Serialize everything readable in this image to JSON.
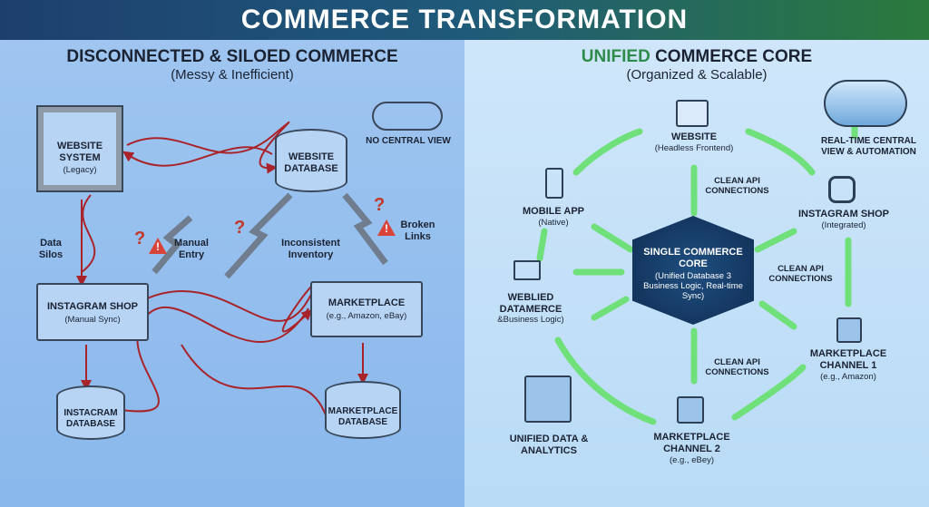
{
  "title": "COMMERCE TRANSFORMATION",
  "left": {
    "heading": "DISCONNECTED & SILOED COMMERCE",
    "subheading": "(Messy & Inefficient)",
    "website_system": {
      "title": "WEBSITE SYSTEM",
      "sub": "(Legacy)"
    },
    "website_db": "WEBSITE DATABASE",
    "no_central": "NO CENTRAL VIEW",
    "data_silos": "Data Silos",
    "manual_entry": "Manual Entry",
    "inconsistent": "Inconsistent Inventory",
    "broken": "Broken Links",
    "instagram": {
      "title": "INSTAGRAM SHOP",
      "sub": "(Manual Sync)"
    },
    "marketplace": {
      "title": "MARKETPLACE",
      "sub": "(e.g., Amazon, eBay)"
    },
    "insta_db": "INSTACRAM DATABASE",
    "market_db": "MARKETPLACE DATABASE",
    "question": "?",
    "warning": "!"
  },
  "right": {
    "heading_accent": "UNIFIED",
    "heading_rest": "COMMERCE CORE",
    "subheading": "(Organized & Scalable)",
    "website": {
      "title": "WEBSITE",
      "sub": "(Headless Frontend)"
    },
    "realtime": "REAL-TIME CENTRAL VIEW & AUTOMATION",
    "mobile": {
      "title": "MOBILE APP",
      "sub": "(Native)"
    },
    "instagram": {
      "title": "INSTAGRAM SHOP",
      "sub": "(Integrated)"
    },
    "weblied": {
      "title": "WEBLIED DATAMERCE",
      "sub": "&Business Logic)"
    },
    "core": {
      "title": "SINGLE COMMERCE CORE",
      "sub": "(Unified Database 3 Business Logic, Real-time Sync)"
    },
    "api1": "CLEAN API CONNECTIONS",
    "api2": "CLEAN API CONNECTIONS",
    "api3": "CLEAN API CONNECTIONS",
    "mkt1": {
      "title": "MARKETPLACE CHANNEL 1",
      "sub": "(e.g., Amazon)"
    },
    "mkt2": {
      "title": "MARKETPLACE CHANNEL 2",
      "sub": "(e.g., eBey)"
    },
    "analytics": "UNIFIED DATA & ANALYTICS"
  },
  "colors": {
    "green": "#6fe07a",
    "red": "#a8242a",
    "accent": "#2e8b4a"
  }
}
